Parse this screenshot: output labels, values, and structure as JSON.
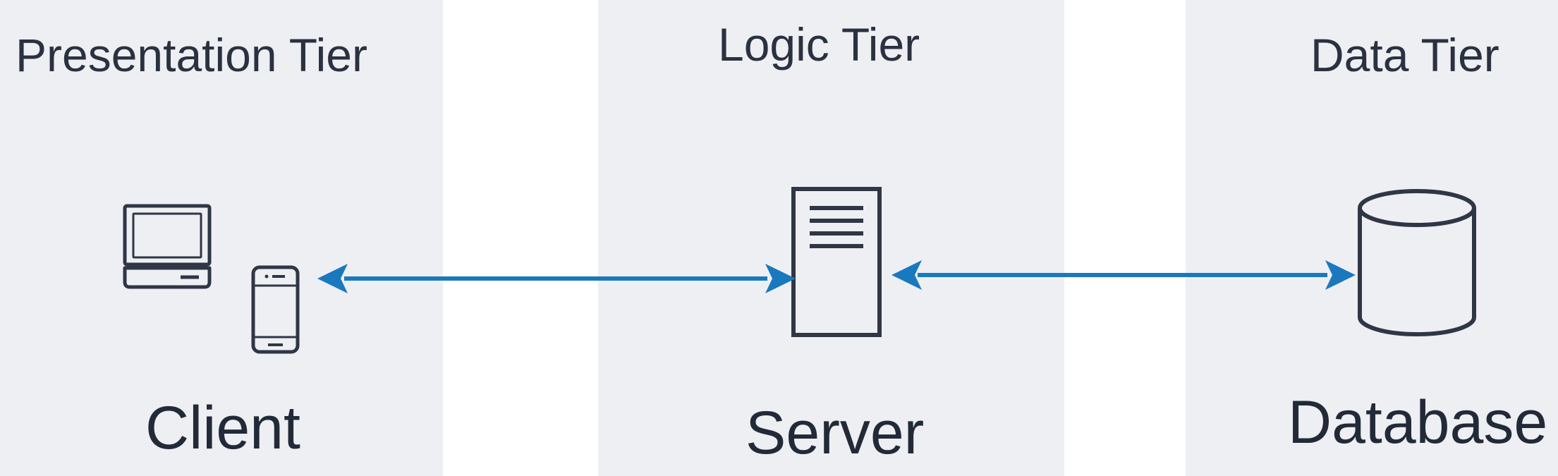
{
  "tiers": {
    "presentation": {
      "title": "Presentation Tier"
    },
    "logic": {
      "title": "Logic Tier"
    },
    "data": {
      "title": "Data Tier"
    }
  },
  "nodes": {
    "client": {
      "label": "Client",
      "icons": [
        "laptop-icon",
        "smartphone-icon"
      ]
    },
    "server": {
      "label": "Server",
      "icon": "server-icon"
    },
    "database": {
      "label": "Database",
      "icon": "database-icon"
    }
  },
  "connections": [
    {
      "from": "client",
      "to": "server",
      "direction": "bidirectional"
    },
    {
      "from": "server",
      "to": "database",
      "direction": "bidirectional"
    }
  ],
  "colors": {
    "tier_background": "#eeeff3",
    "arrow": "#1a78bf",
    "icon_stroke": "#2f3645",
    "text": "#222a38"
  }
}
